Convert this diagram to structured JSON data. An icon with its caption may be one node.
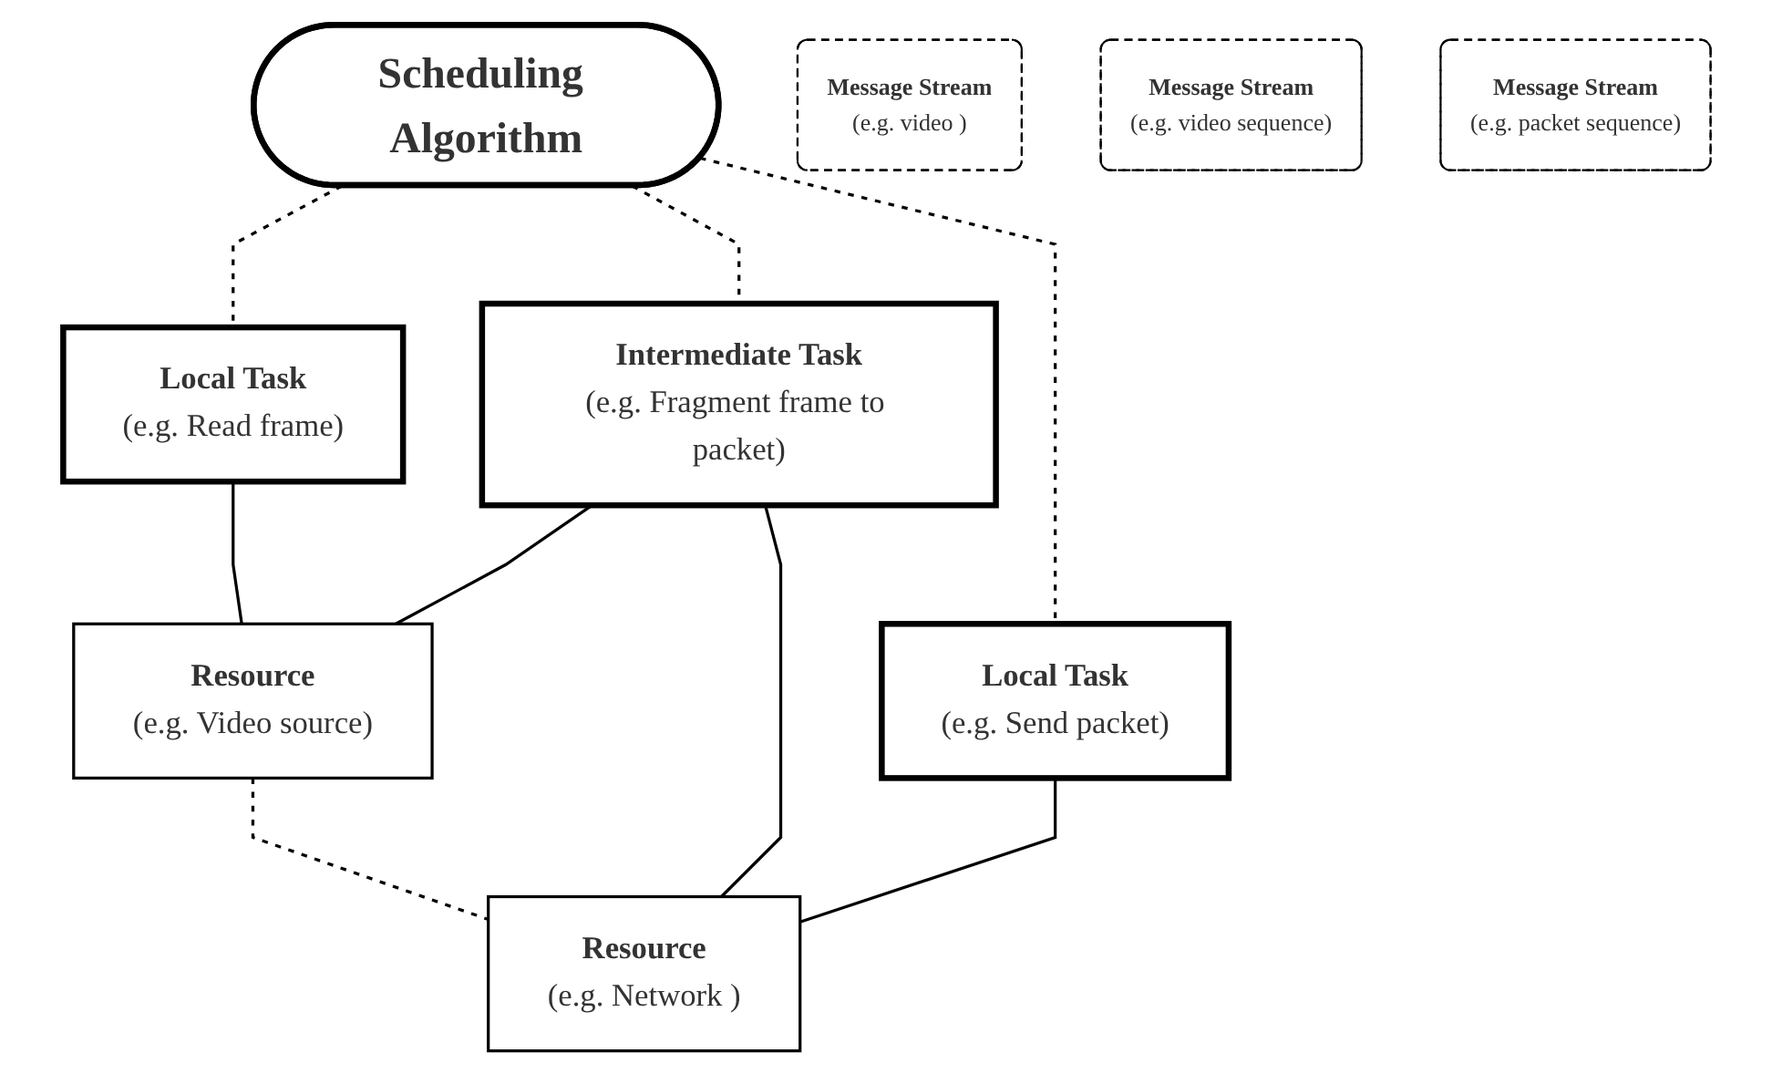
{
  "diagram": {
    "nodes": [
      {
        "text": [
          "Scheduling Algorithm"
        ]
      },
      {
        "text": [
          "Local Task",
          "(e.g. Read frame)"
        ]
      },
      {
        "text": [
          "Intermediate Task",
          "(e.g. Fragment frame to packet)"
        ]
      },
      {
        "text": [
          "Local Task",
          "(e.g. Send packet)"
        ]
      },
      {
        "text": [
          "Resource",
          "(e.g. Video source)"
        ]
      },
      {
        "text": [
          "Resource",
          "(e.g. Network )"
        ]
      },
      {
        "text": [
          "Message Stream",
          "(e.g. video )"
        ]
      },
      {
        "text": [
          "Message Stream",
          "(e.g. video sequence)"
        ]
      },
      {
        "text": [
          "Message Stream",
          "(e.g. packet sequence)"
        ]
      }
    ],
    "edges": [
      {
        "from": 0,
        "to": 1,
        "arrow": "none",
        "style": "dashed"
      },
      {
        "from": 0,
        "to": 2,
        "arrow": "none",
        "style": "dashed"
      },
      {
        "from": 0,
        "to": 3,
        "arrow": "none",
        "style": "dashed"
      },
      {
        "from": 1,
        "to": 4,
        "arrow": "none"
      },
      {
        "from": 2,
        "to": 4,
        "arrow": "none"
      },
      {
        "from": 2,
        "to": 5,
        "arrow": "none"
      },
      {
        "from": 3,
        "to": 5,
        "arrow": "none"
      },
      {
        "from": 4,
        "to": 5,
        "arrow": "none",
        "style": "dashed"
      }
    ]
  }
}
